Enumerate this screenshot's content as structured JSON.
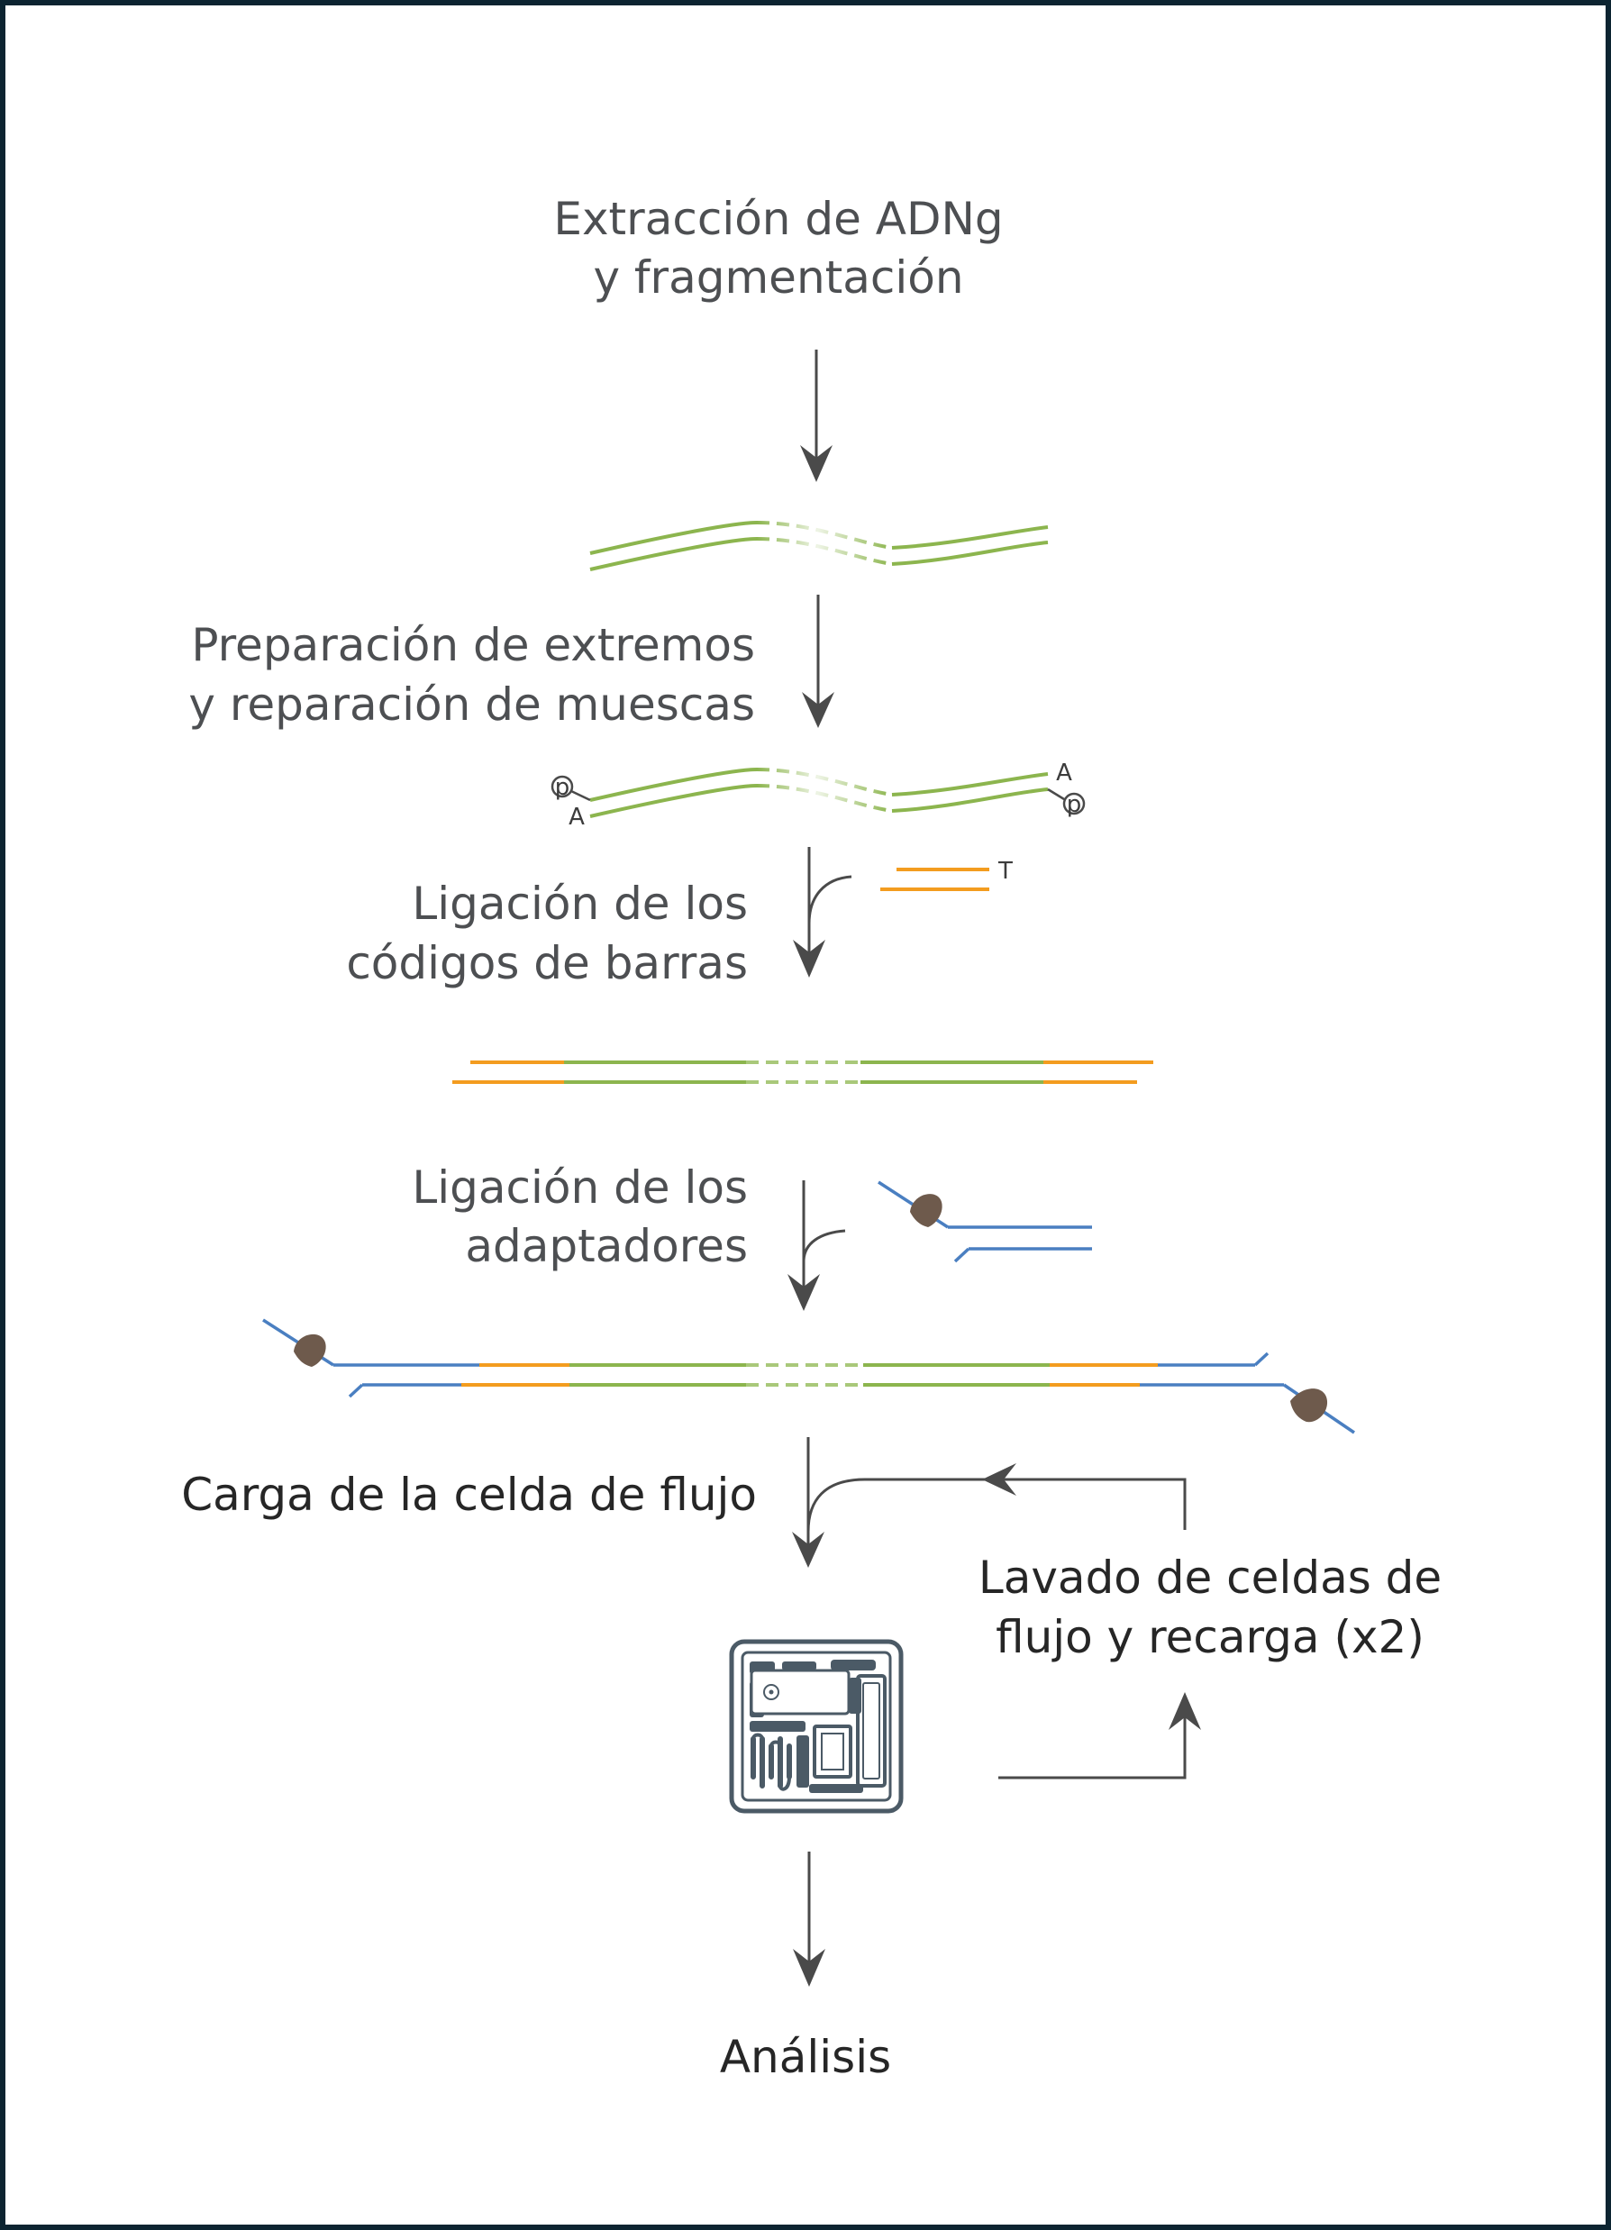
{
  "steps": {
    "extraction_line1": "Extracción de ADNg",
    "extraction_line2": "y fragmentación",
    "end_prep_line1": "Preparación de extremos",
    "end_prep_line2": "y reparación de muescas",
    "barcode_line1": "Ligación de los",
    "barcode_line2": "códigos de barras",
    "adapter_line1": "Ligación de los",
    "adapter_line2": "adaptadores",
    "flowcell_load": "Carga de la celda de flujo",
    "wash_line1": "Lavado de celdas de",
    "wash_line2": "flujo y recarga (x2)",
    "analysis": "Análisis"
  },
  "annotations": {
    "phosphate": "p",
    "a_tail": "A",
    "t_overhang": "T"
  },
  "colors": {
    "frame": "#0c2431",
    "dna": "#8cb54e",
    "barcode": "#f39c1f",
    "adapter": "#4a7fc1",
    "motor_protein": "#6e5a4c",
    "arrow": "#4a4a4a",
    "flow_cell": "#4b5a66"
  },
  "icons": {
    "flow_cell": "flow-cell-icon"
  }
}
